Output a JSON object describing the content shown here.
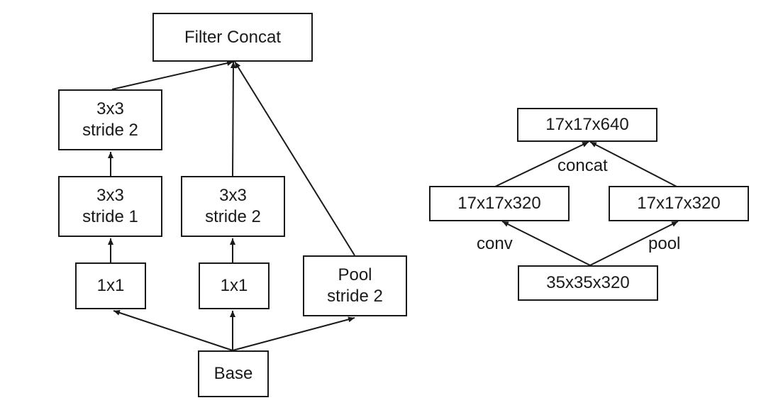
{
  "left": {
    "filter_concat": "Filter Concat",
    "b1_top": "3x3\nstride 2",
    "b1_mid": "3x3\nstride 1",
    "b1_bot": "1x1",
    "b2_mid": "3x3\nstride 2",
    "b2_bot": "1x1",
    "pool": "Pool\nstride 2",
    "base": "Base"
  },
  "right": {
    "top": "17x17x640",
    "concat_label": "concat",
    "conv_out": "17x17x320",
    "pool_out": "17x17x320",
    "conv_label": "conv",
    "pool_label": "pool",
    "input": "35x35x320"
  },
  "colors": {
    "ink": "#1a1a1a",
    "background": "#ffffff"
  }
}
